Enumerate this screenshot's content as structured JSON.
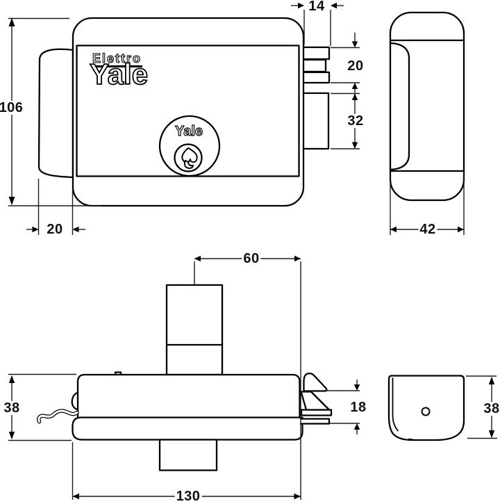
{
  "colors": {
    "line": "#000000",
    "background": "#ffffff"
  },
  "branding": {
    "elettro_wordmark": "Elettro",
    "yale_wordmark": "Yale",
    "cylinder_wordmark": "Yale"
  },
  "dimensions": {
    "front_height": "106",
    "front_left_offset": "20",
    "bolt_projection": "14",
    "bolt_upper_height": "20",
    "bolt_lower_height": "32",
    "side_depth": "42",
    "cylinder_to_edge": "60",
    "body_depth_left": "38",
    "latch_height": "18",
    "body_width": "130",
    "strike_depth": "38"
  }
}
